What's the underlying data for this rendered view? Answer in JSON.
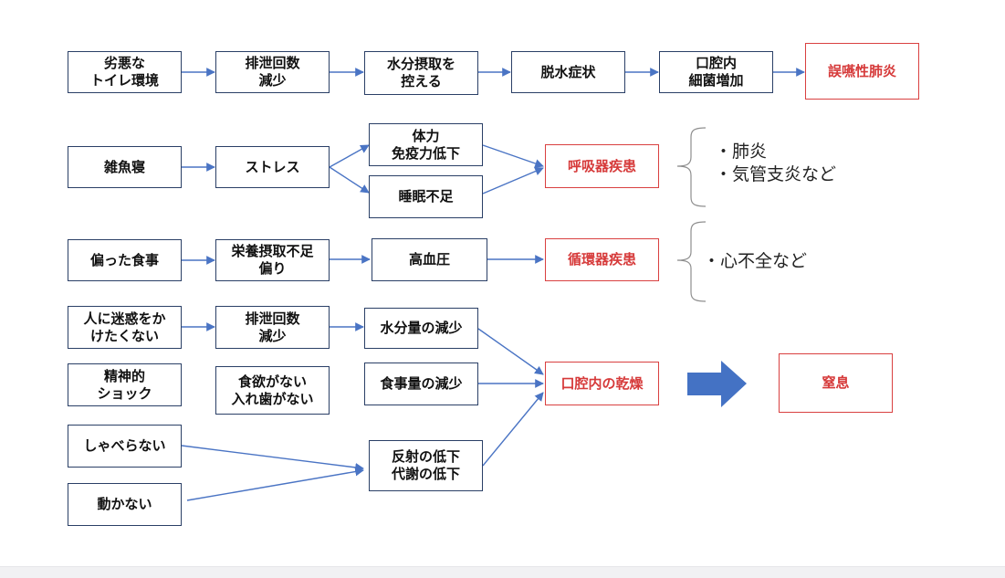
{
  "colors": {
    "box_border": "#2a3f66",
    "highlight": "#d63a3a",
    "arrow": "#4a74c4",
    "big_arrow": "#4472c4",
    "brace": "#8e8e8e"
  },
  "rows": {
    "row1": {
      "toilet": "劣悪な\nトイレ環境",
      "excretion": "排泄回数\n減少",
      "water_restrict": "水分摂取を\n控える",
      "dehydration": "脱水症状",
      "bacteria": "口腔内\n細菌増加",
      "aspiration_pneumonia": "誤嚥性肺炎"
    },
    "row2": {
      "crowded_sleep": "雑魚寝",
      "stress": "ストレス",
      "immunity": "体力\n免疫力低下",
      "sleep_shortage": "睡眠不足",
      "respiratory": "呼吸器疾患"
    },
    "row3": {
      "diet": "偏った食事",
      "nutrition": "栄養摂取不足\n偏り",
      "hypertension": "高血圧",
      "circulatory": "循環器疾患"
    },
    "row4": {
      "bother": "人に迷惑をか\nけたくない",
      "excretion": "排泄回数\n減少",
      "water_intake": "水分量の減少",
      "shock": "精神的\nショック",
      "appetite": "食欲がない\n入れ歯がない",
      "food_intake": "食事量の減少",
      "silent": "しゃべらない",
      "inactive": "動かない",
      "reflex": "反射の低下\n代謝の低下",
      "dry_mouth": "口腔内の乾燥",
      "suffocation": "窒息"
    }
  },
  "notes": {
    "respiratory": [
      "・肺炎",
      "・気管支炎など"
    ],
    "circulatory": [
      "・心不全など"
    ]
  }
}
